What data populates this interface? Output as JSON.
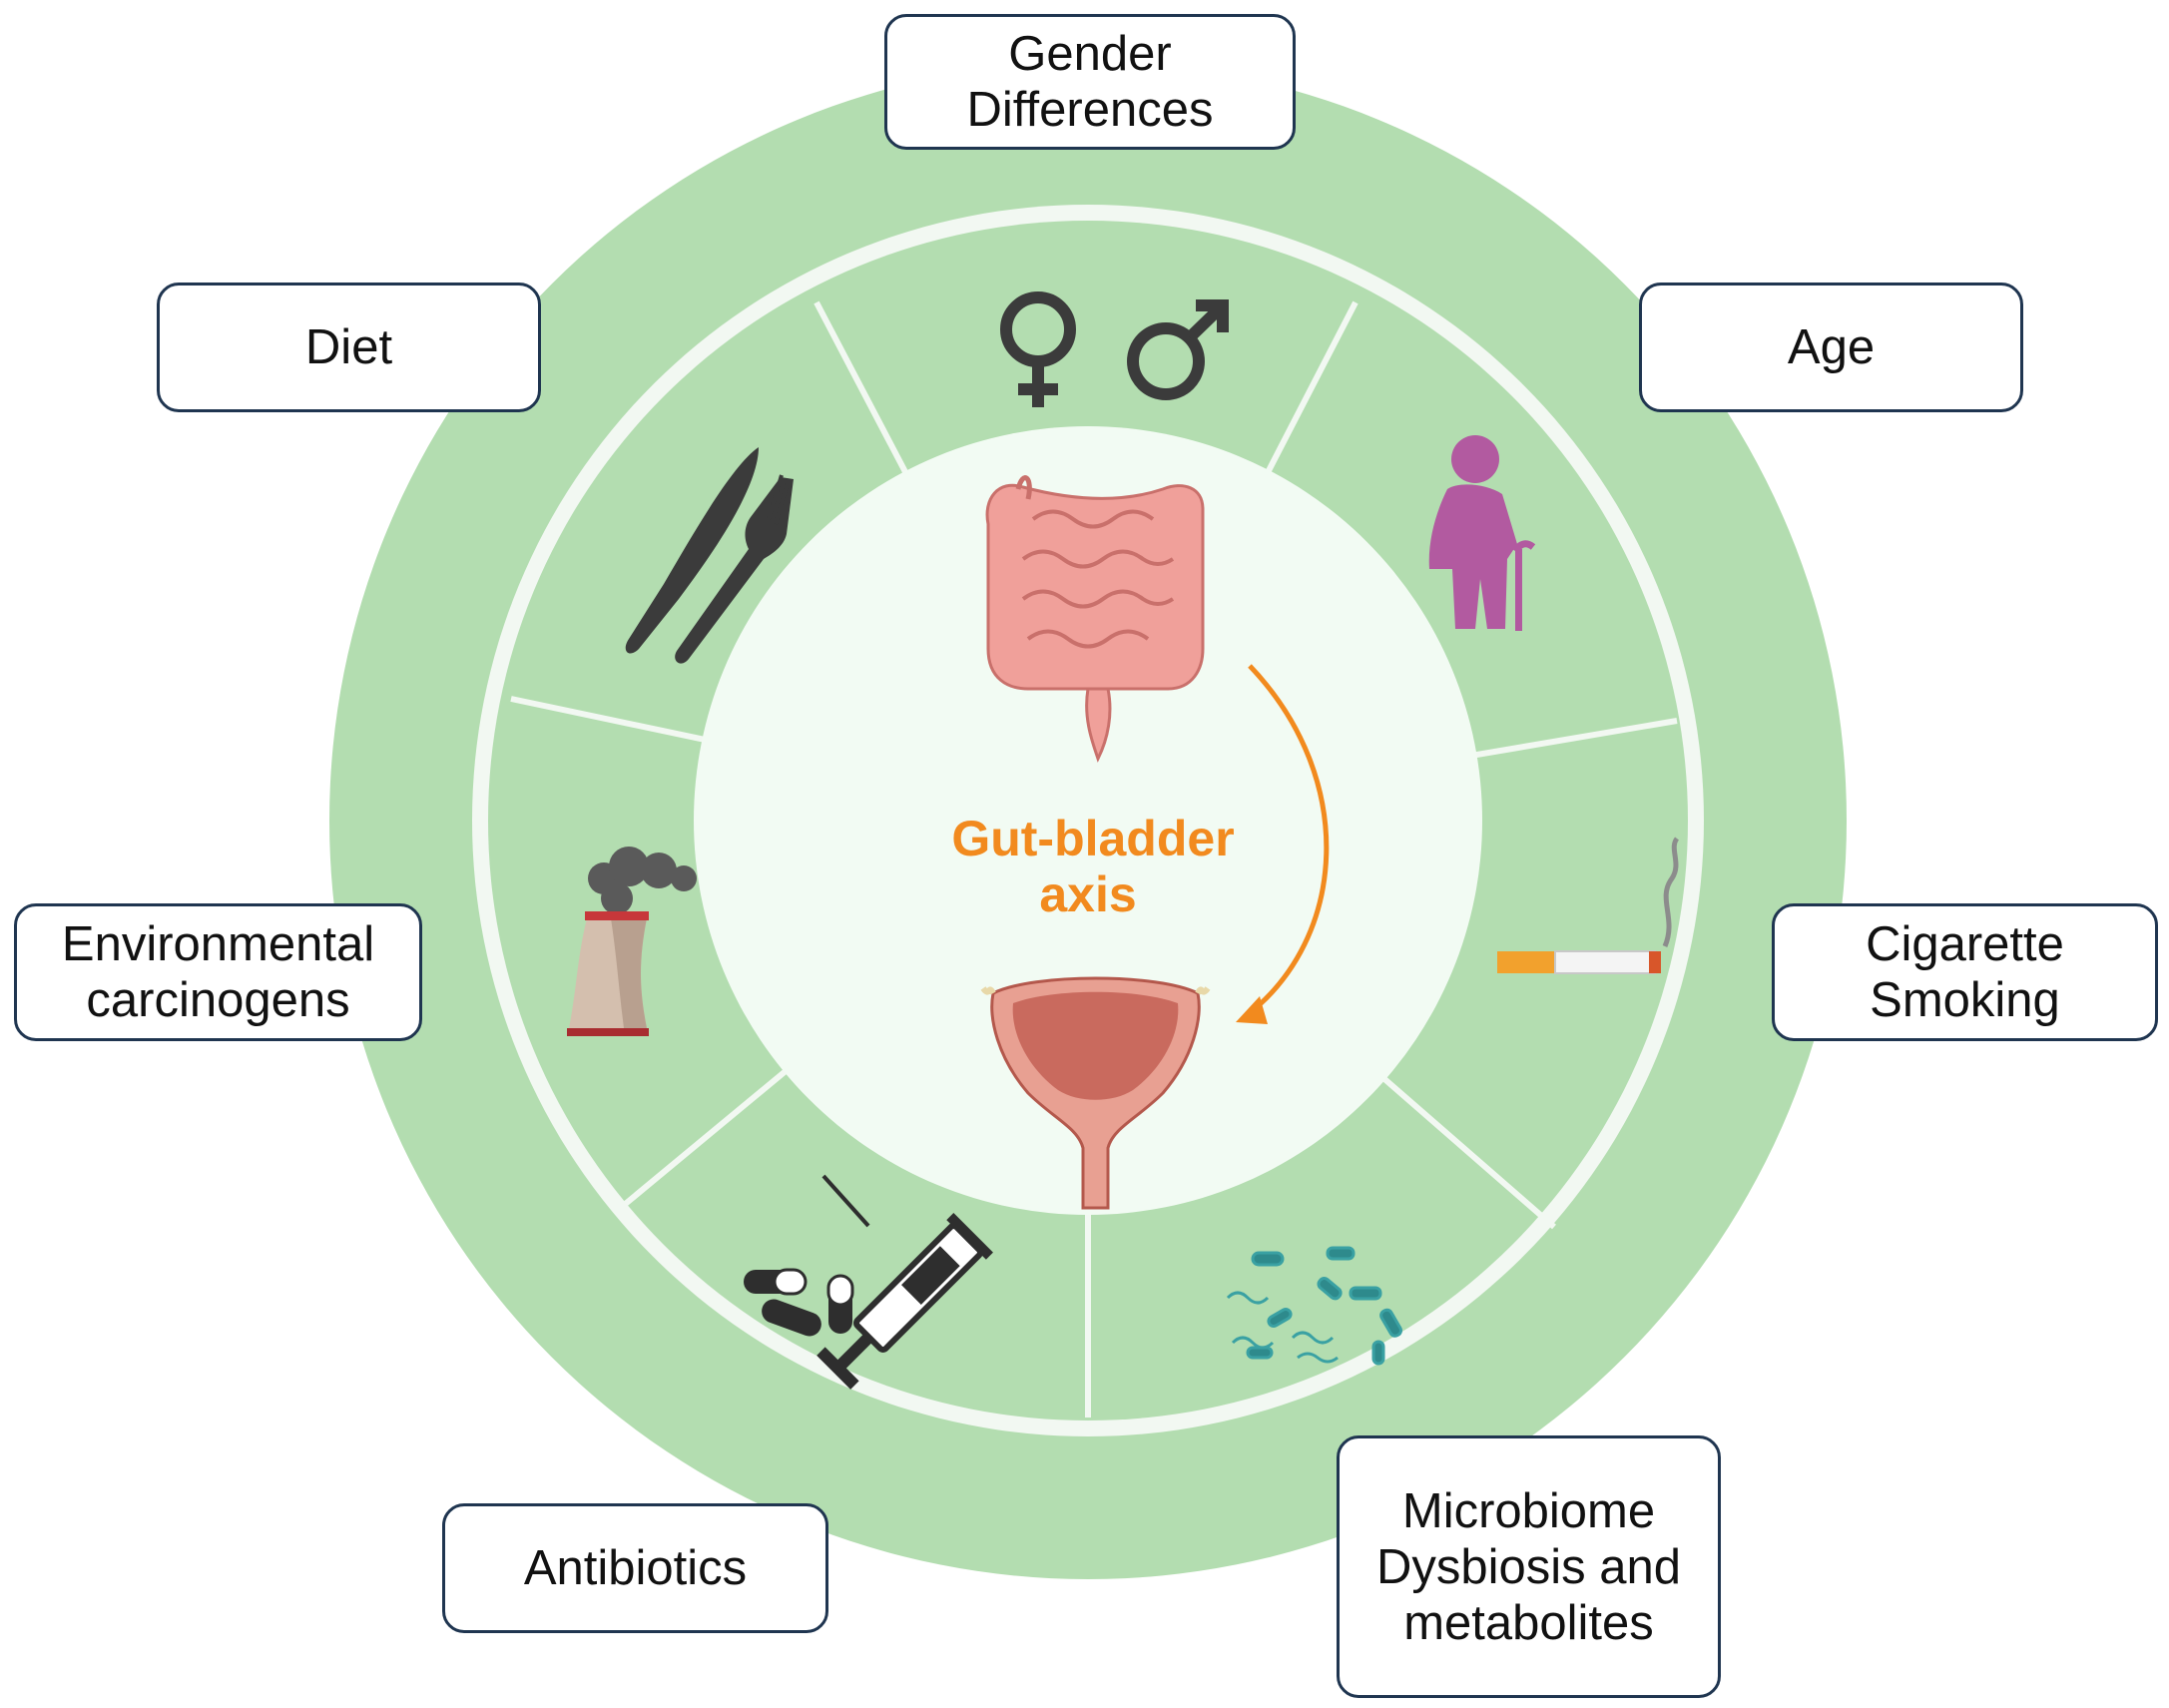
{
  "center": {
    "label_lines": [
      "Gut-bladder",
      "axis"
    ]
  },
  "factors": [
    {
      "id": "gender",
      "lines": [
        "Gender",
        "Differences"
      ],
      "icon": "gender-symbols-icon"
    },
    {
      "id": "age",
      "lines": [
        "Age"
      ],
      "icon": "elderly-person-icon"
    },
    {
      "id": "smoking",
      "lines": [
        "Cigarette",
        "Smoking"
      ],
      "icon": "cigarette-icon"
    },
    {
      "id": "microbiome",
      "lines": [
        "Microbiome",
        "Dysbiosis and",
        "metabolites"
      ],
      "icon": "bacteria-icon"
    },
    {
      "id": "antibiotics",
      "lines": [
        "Antibiotics"
      ],
      "icon": "pills-syringe-icon"
    },
    {
      "id": "environment",
      "lines": [
        "Environmental",
        "carcinogens"
      ],
      "icon": "factory-icon"
    },
    {
      "id": "diet",
      "lines": [
        "Diet"
      ],
      "icon": "knife-fork-icon"
    }
  ],
  "colors": {
    "outer_ring": "#b3ddb0",
    "separator": "#f2f8f2",
    "center_disc": "#f2fbf3",
    "arrow": "#f28a1e",
    "box_border": "#1f3550",
    "intestine": "#f0a09a",
    "bladder": "#c96a5e",
    "elderly": "#b25aa0",
    "dark_icon": "#3b3b3b"
  }
}
